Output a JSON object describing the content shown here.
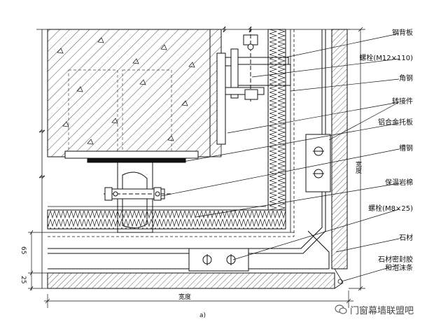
{
  "labels": {
    "steel_backplate": "钢背板",
    "bolt_m12": "螺栓(M12×110)",
    "angle_steel": "角钢",
    "adapter": "转接件",
    "alu_bracket": "铝合金托板",
    "channel_steel": "槽钢",
    "rock_wool": "保温岩棉",
    "bolt_m8": "螺栓(M8×25)",
    "stone": "石材",
    "sealant_line1": "石材密封胶",
    "sealant_line2": "和泡沫条"
  },
  "dimensions": {
    "d65": "65",
    "d25": "25",
    "width_bottom": "宽度",
    "width_right": "宽度"
  },
  "caption": "a)",
  "watermark": "门窗幕墙联盟吧",
  "colors": {
    "line": "#111111",
    "hatch": "#222222",
    "wool": "#333333"
  }
}
